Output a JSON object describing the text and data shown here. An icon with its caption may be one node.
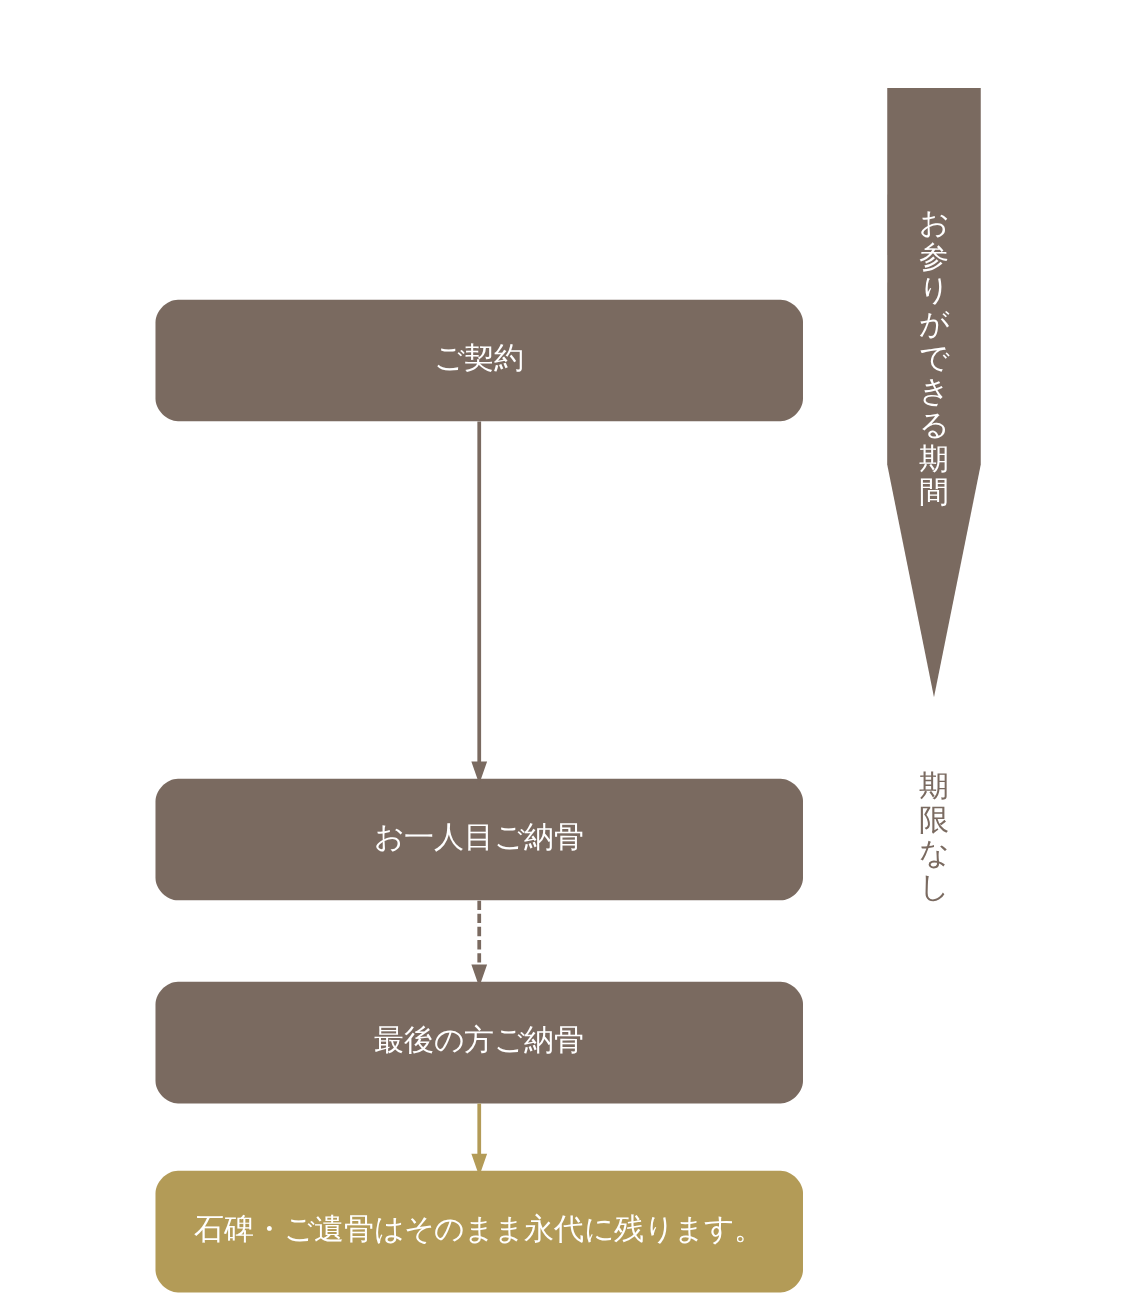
{
  "diagram": {
    "nodes": [
      {
        "text": [
          "ご契約"
        ]
      },
      {
        "text": [
          "お一人目ご納骨"
        ]
      },
      {
        "text": [
          "最後の方ご納骨"
        ]
      },
      {
        "text": [
          "石碑・ご遺骨はそのまま永代に残ります。"
        ]
      },
      {
        "text": [
          "お参りができる期間"
        ]
      }
    ],
    "edges": [
      {
        "from": 0,
        "to": 1,
        "arrow": "to"
      },
      {
        "from": 1,
        "to": 2,
        "arrow": "to",
        "style": "dashed"
      },
      {
        "from": 2,
        "to": 3,
        "arrow": "to",
        "color": "#b39b57"
      }
    ],
    "labels": [
      "期限なし"
    ]
  }
}
